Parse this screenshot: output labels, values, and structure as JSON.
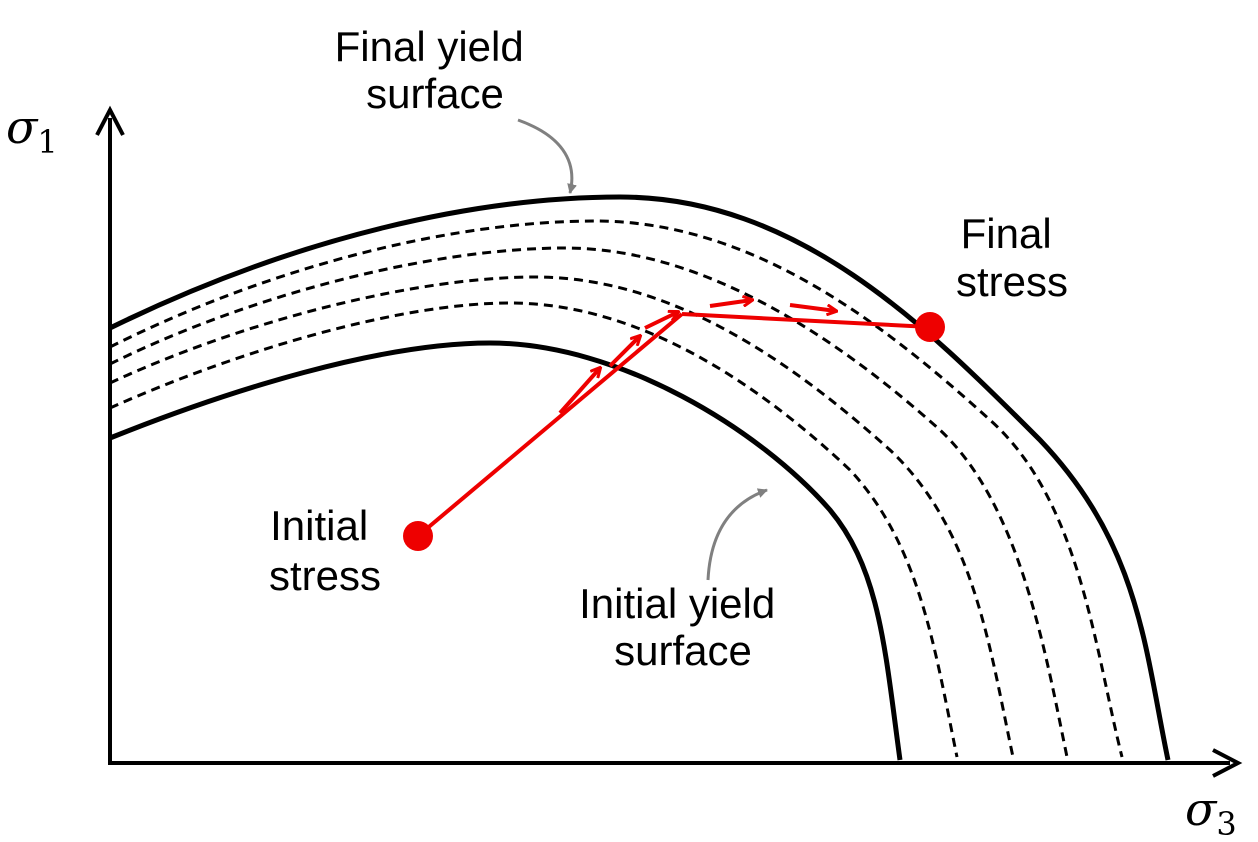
{
  "axes": {
    "y_symbol": "σ",
    "y_subscript": "1",
    "x_symbol": "σ",
    "x_subscript": "3"
  },
  "labels": {
    "final_yield_line1": "Final yield",
    "final_yield_line2": "surface",
    "initial_yield_line1": "Initial yield",
    "initial_yield_line2": "surface",
    "initial_stress_line1": "Initial",
    "initial_stress_line2": "stress",
    "final_stress_line1": "Final",
    "final_stress_line2": "stress"
  },
  "colors": {
    "curve": "#000000",
    "dashed": "#000000",
    "stress_path": "#ee0000",
    "pointer": "#808080"
  },
  "surfaces": {
    "solid_count": 2,
    "dashed_count": 4,
    "stress_path_segments": 5
  }
}
